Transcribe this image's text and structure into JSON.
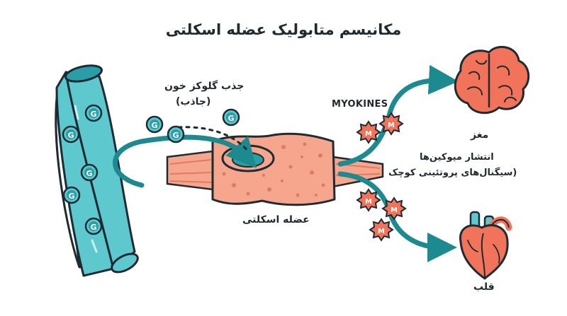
{
  "title": "مکانیسم متابولیک عضله اسکلتی",
  "labels": {
    "glucose_uptake": "جذب گلوکز خون",
    "glucose_uptake_sub": "(جاذب)",
    "muscle": "عضله اسکلتی",
    "myokines": "MYOKINES",
    "release": "انتشار میوکین‌ها",
    "release_sub": "(سیگنال‌های پروتئینی کوچک",
    "brain": "مغز",
    "heart": "قلب"
  },
  "markers": {
    "glucose": "G",
    "myokine": "M"
  },
  "colors": {
    "vessel": "#5ec8cf",
    "vessel_dark": "#2a9ea6",
    "arrow": "#1c8a8f",
    "muscle": "#f7a68e",
    "muscle_dark": "#e07a62",
    "organ": "#f0735a",
    "outline": "#1e2b33"
  }
}
